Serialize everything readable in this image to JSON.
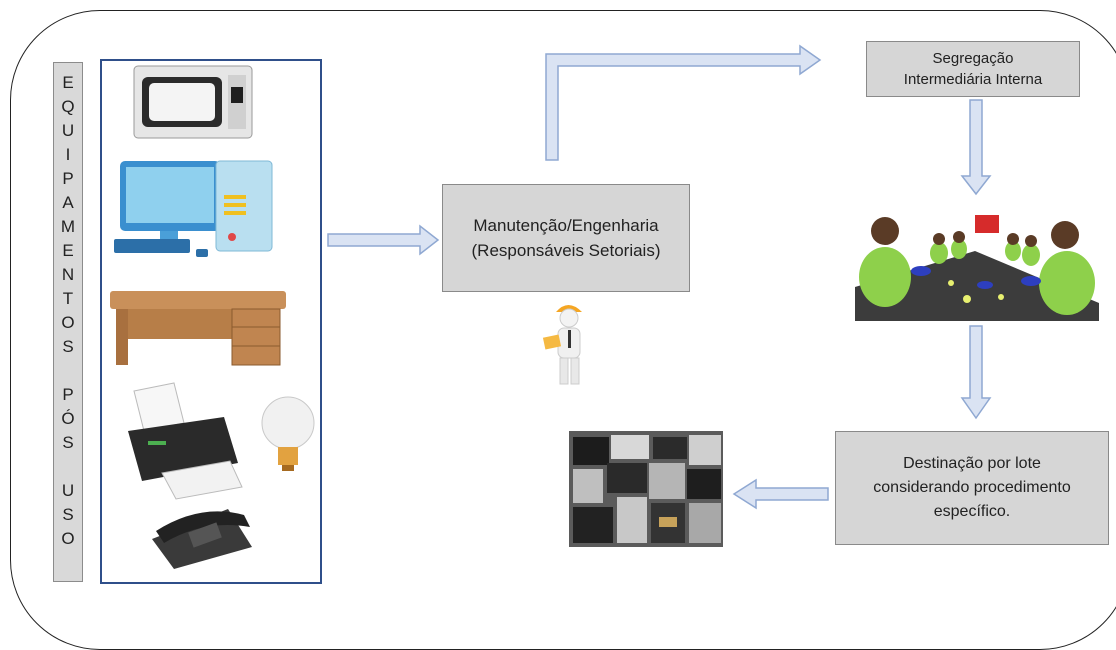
{
  "vertical_label": {
    "letters": [
      "E",
      "Q",
      "U",
      "I",
      "P",
      "A",
      "M",
      "E",
      "N",
      "T",
      "O",
      "S",
      "",
      "P",
      "Ó",
      "S",
      "",
      "U",
      "S",
      "O"
    ]
  },
  "equipment_icons": [
    "microwave-icon",
    "computer-icon",
    "desk-icon",
    "printer-icon",
    "lightbulb-icon",
    "telephone-icon"
  ],
  "boxes": {
    "maintenance": {
      "line1": "Manutenção/Engenharia",
      "line2": "(Responsáveis Setoriais)"
    },
    "segregation": {
      "line1": "Segregação",
      "line2": "Intermediária Interna"
    },
    "destination": {
      "line1": "Destinação por lote",
      "line2": "considerando procedimento",
      "line3": "específico."
    }
  },
  "colors": {
    "arrow_fill": "#dae3f3",
    "arrow_stroke": "#8fa8d2",
    "box_fill": "#d6d6d6",
    "equip_border": "#2f4f8a"
  }
}
